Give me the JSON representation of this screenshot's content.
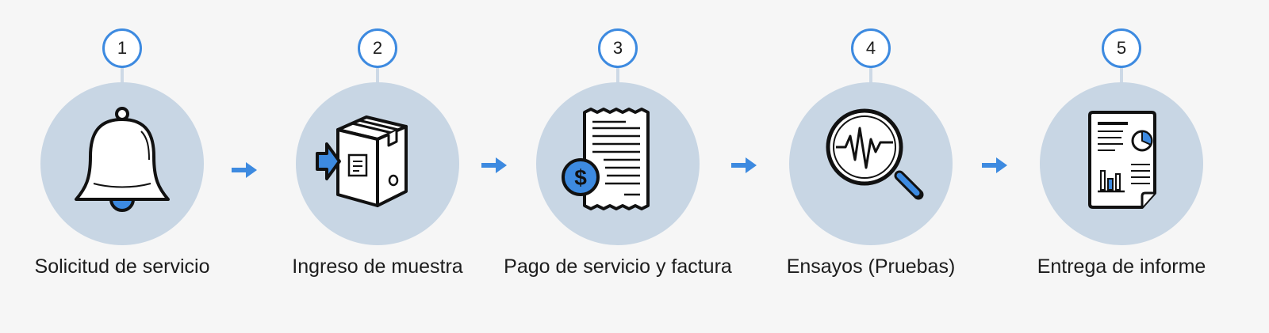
{
  "steps": [
    {
      "number": "1",
      "label": "Solicitud de servicio",
      "icon": "bell-icon"
    },
    {
      "number": "2",
      "label": "Ingreso de muestra",
      "icon": "package-icon"
    },
    {
      "number": "3",
      "label": "Pago de servicio y factura",
      "icon": "receipt-icon"
    },
    {
      "number": "4",
      "label": "Ensayos (Pruebas)",
      "icon": "magnifier-graph-icon"
    },
    {
      "number": "5",
      "label": "Entrega de informe",
      "icon": "report-icon"
    }
  ],
  "colors": {
    "accent": "#3d8ae0",
    "disc": "#c8d6e4",
    "background": "#f6f6f6",
    "outline": "#111111"
  }
}
